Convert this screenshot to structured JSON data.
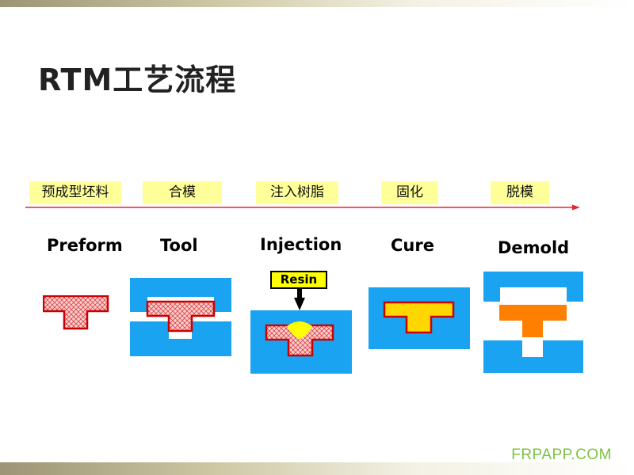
{
  "title": "RTM工艺流程",
  "steps": [
    {
      "cn": "预成型坯料",
      "en": "Preform"
    },
    {
      "cn": "合模",
      "en": "Tool"
    },
    {
      "cn": "注入树脂",
      "en": "Injection"
    },
    {
      "cn": "固化",
      "en": "Cure"
    },
    {
      "cn": "脱模",
      "en": "Demold"
    }
  ],
  "resin_label": "Resin",
  "watermark": "FRPAPP.COM",
  "colors": {
    "mold": "#1aa3f0",
    "preform_fill": "#ffcccc",
    "preform_border": "#cc0000",
    "resin": "#ffff00",
    "cured": "#ffd700",
    "demolded_part": "#ff8000",
    "label_bg": "#ffff99",
    "arrow": "#e8242c"
  }
}
